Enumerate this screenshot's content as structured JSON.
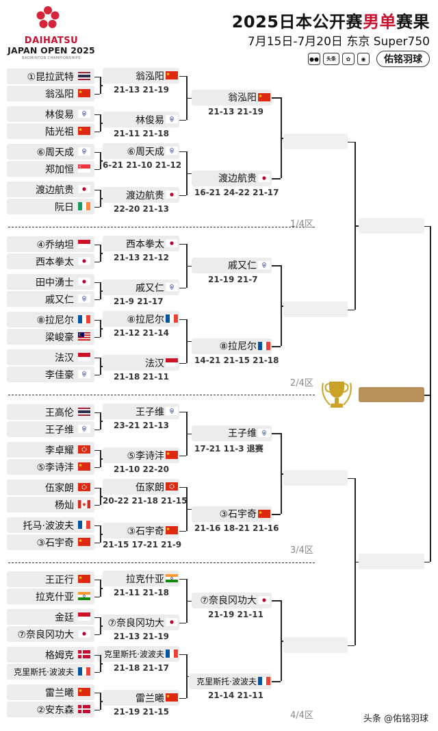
{
  "logo": {
    "brand": "DAIHATSU",
    "event": "JAPAN OPEN 2025",
    "sub": "BADMINTON CHAMPIONSHIPS"
  },
  "header": {
    "title_prefix": "2025日本公开赛",
    "title_highlight": "男单",
    "title_suffix": "赛果",
    "subtitle": "7月15日-7月20日 东京 Super750",
    "social_icons": [
      "wechat-icon",
      "toutiao-icon",
      "baidu-icon",
      "weibo-icon"
    ],
    "social_badge_text": "头条",
    "badge": "佑铭羽球"
  },
  "colors": {
    "accent": "#c8102e",
    "box": "#ececec",
    "champion": "#b8905a",
    "trophy": "#c9a227"
  },
  "round1": [
    {
      "name": "①昆拉武特",
      "flag": "THA"
    },
    {
      "name": "翁泓阳",
      "flag": "CHN"
    },
    {
      "name": "林俊易",
      "flag": "TPE"
    },
    {
      "name": "陆光祖",
      "flag": "CHN"
    },
    {
      "name": "⑥周天成",
      "flag": "TPE"
    },
    {
      "name": "郑加恒",
      "flag": "SGP"
    },
    {
      "name": "渡边航贵",
      "flag": "JPN"
    },
    {
      "name": "阮日",
      "flag": "IRL"
    },
    {
      "name": "④乔纳坦",
      "flag": "INA"
    },
    {
      "name": "西本拳太",
      "flag": "JPN"
    },
    {
      "name": "田中湧士",
      "flag": "JPN"
    },
    {
      "name": "戚又仁",
      "flag": "TPE"
    },
    {
      "name": "⑧拉尼尔",
      "flag": "FRA"
    },
    {
      "name": "梁峻豪",
      "flag": "MAS"
    },
    {
      "name": "法汉",
      "flag": "INA"
    },
    {
      "name": "李佳豪",
      "flag": "TPE"
    },
    {
      "name": "王高伦",
      "flag": "THA"
    },
    {
      "name": "王子维",
      "flag": "TPE"
    },
    {
      "name": "李卓耀",
      "flag": "HKG"
    },
    {
      "name": "⑤李诗沣",
      "flag": "CHN"
    },
    {
      "name": "伍家朗",
      "flag": "HKG"
    },
    {
      "name": "杨灿",
      "flag": "CAN"
    },
    {
      "name": "托马·波波夫",
      "flag": "FRA"
    },
    {
      "name": "③石宇奇",
      "flag": "CHN"
    },
    {
      "name": "王正行",
      "flag": "CHN"
    },
    {
      "name": "拉克什亚",
      "flag": "IND"
    },
    {
      "name": "金廷",
      "flag": "INA"
    },
    {
      "name": "⑦奈良冈功大",
      "flag": "JPN"
    },
    {
      "name": "格姆克",
      "flag": "DEN"
    },
    {
      "name": "克里斯托·波波夫",
      "flag": "FRA"
    },
    {
      "name": "雷兰曦",
      "flag": "CHN"
    },
    {
      "name": "②安东森",
      "flag": "DEN"
    }
  ],
  "round2": [
    {
      "name": "翁泓阳",
      "flag": "CHN",
      "score": "21-13 21-19"
    },
    {
      "name": "林俊易",
      "flag": "TPE",
      "score": "21-11 21-18"
    },
    {
      "name": "⑥周天成",
      "flag": "TPE",
      "score": "6-21 21-10 21-12"
    },
    {
      "name": "渡边航贵",
      "flag": "JPN",
      "score": "22-20 21-13"
    },
    {
      "name": "西本拳太",
      "flag": "JPN",
      "score": "21-13 21-12"
    },
    {
      "name": "戚又仁",
      "flag": "TPE",
      "score": "21-9 21-17"
    },
    {
      "name": "⑧拉尼尔",
      "flag": "FRA",
      "score": "21-12 21-14"
    },
    {
      "name": "法汉",
      "flag": "INA",
      "score": "21-18 21-11"
    },
    {
      "name": "王子维",
      "flag": "TPE",
      "score": "23-21 21-13"
    },
    {
      "name": "⑤李诗沣",
      "flag": "CHN",
      "score": "21-10 22-20"
    },
    {
      "name": "伍家朗",
      "flag": "HKG",
      "score": "20-22 21-18 21-15"
    },
    {
      "name": "③石宇奇",
      "flag": "CHN",
      "score": "21-15 17-21 21-9"
    },
    {
      "name": "拉克什亚",
      "flag": "IND",
      "score": "21-11 21-18"
    },
    {
      "name": "⑦奈良冈功大",
      "flag": "JPN",
      "score": "21-13 21-19"
    },
    {
      "name": "克里斯托·波波夫",
      "flag": "FRA",
      "score": "21-18 21-17"
    },
    {
      "name": "雷兰曦",
      "flag": "CHN",
      "score": "21-19 21-15"
    }
  ],
  "round3": [
    {
      "name": "翁泓阳",
      "flag": "CHN",
      "score": "21-13 21-19"
    },
    {
      "name": "渡边航贵",
      "flag": "JPN",
      "score": "16-21 24-22 21-17"
    },
    {
      "name": "戚又仁",
      "flag": "TPE",
      "score": "21-19 21-7"
    },
    {
      "name": "⑧拉尼尔",
      "flag": "FRA",
      "score": "14-21 21-15 21-18"
    },
    {
      "name": "王子维",
      "flag": "TPE",
      "score": "17-21 11-3 退赛"
    },
    {
      "name": "③石宇奇",
      "flag": "CHN",
      "score": "21-16 18-21 21-16"
    },
    {
      "name": "⑦奈良冈功大",
      "flag": "JPN",
      "score": "21-19 21-11"
    },
    {
      "name": "克里斯托·波波夫",
      "flag": "FRA",
      "score": "21-14 21-11"
    }
  ],
  "zones": [
    "1/4区",
    "2/4区",
    "3/4区",
    "4/4区"
  ],
  "footer": "头条 @佑铭羽球"
}
